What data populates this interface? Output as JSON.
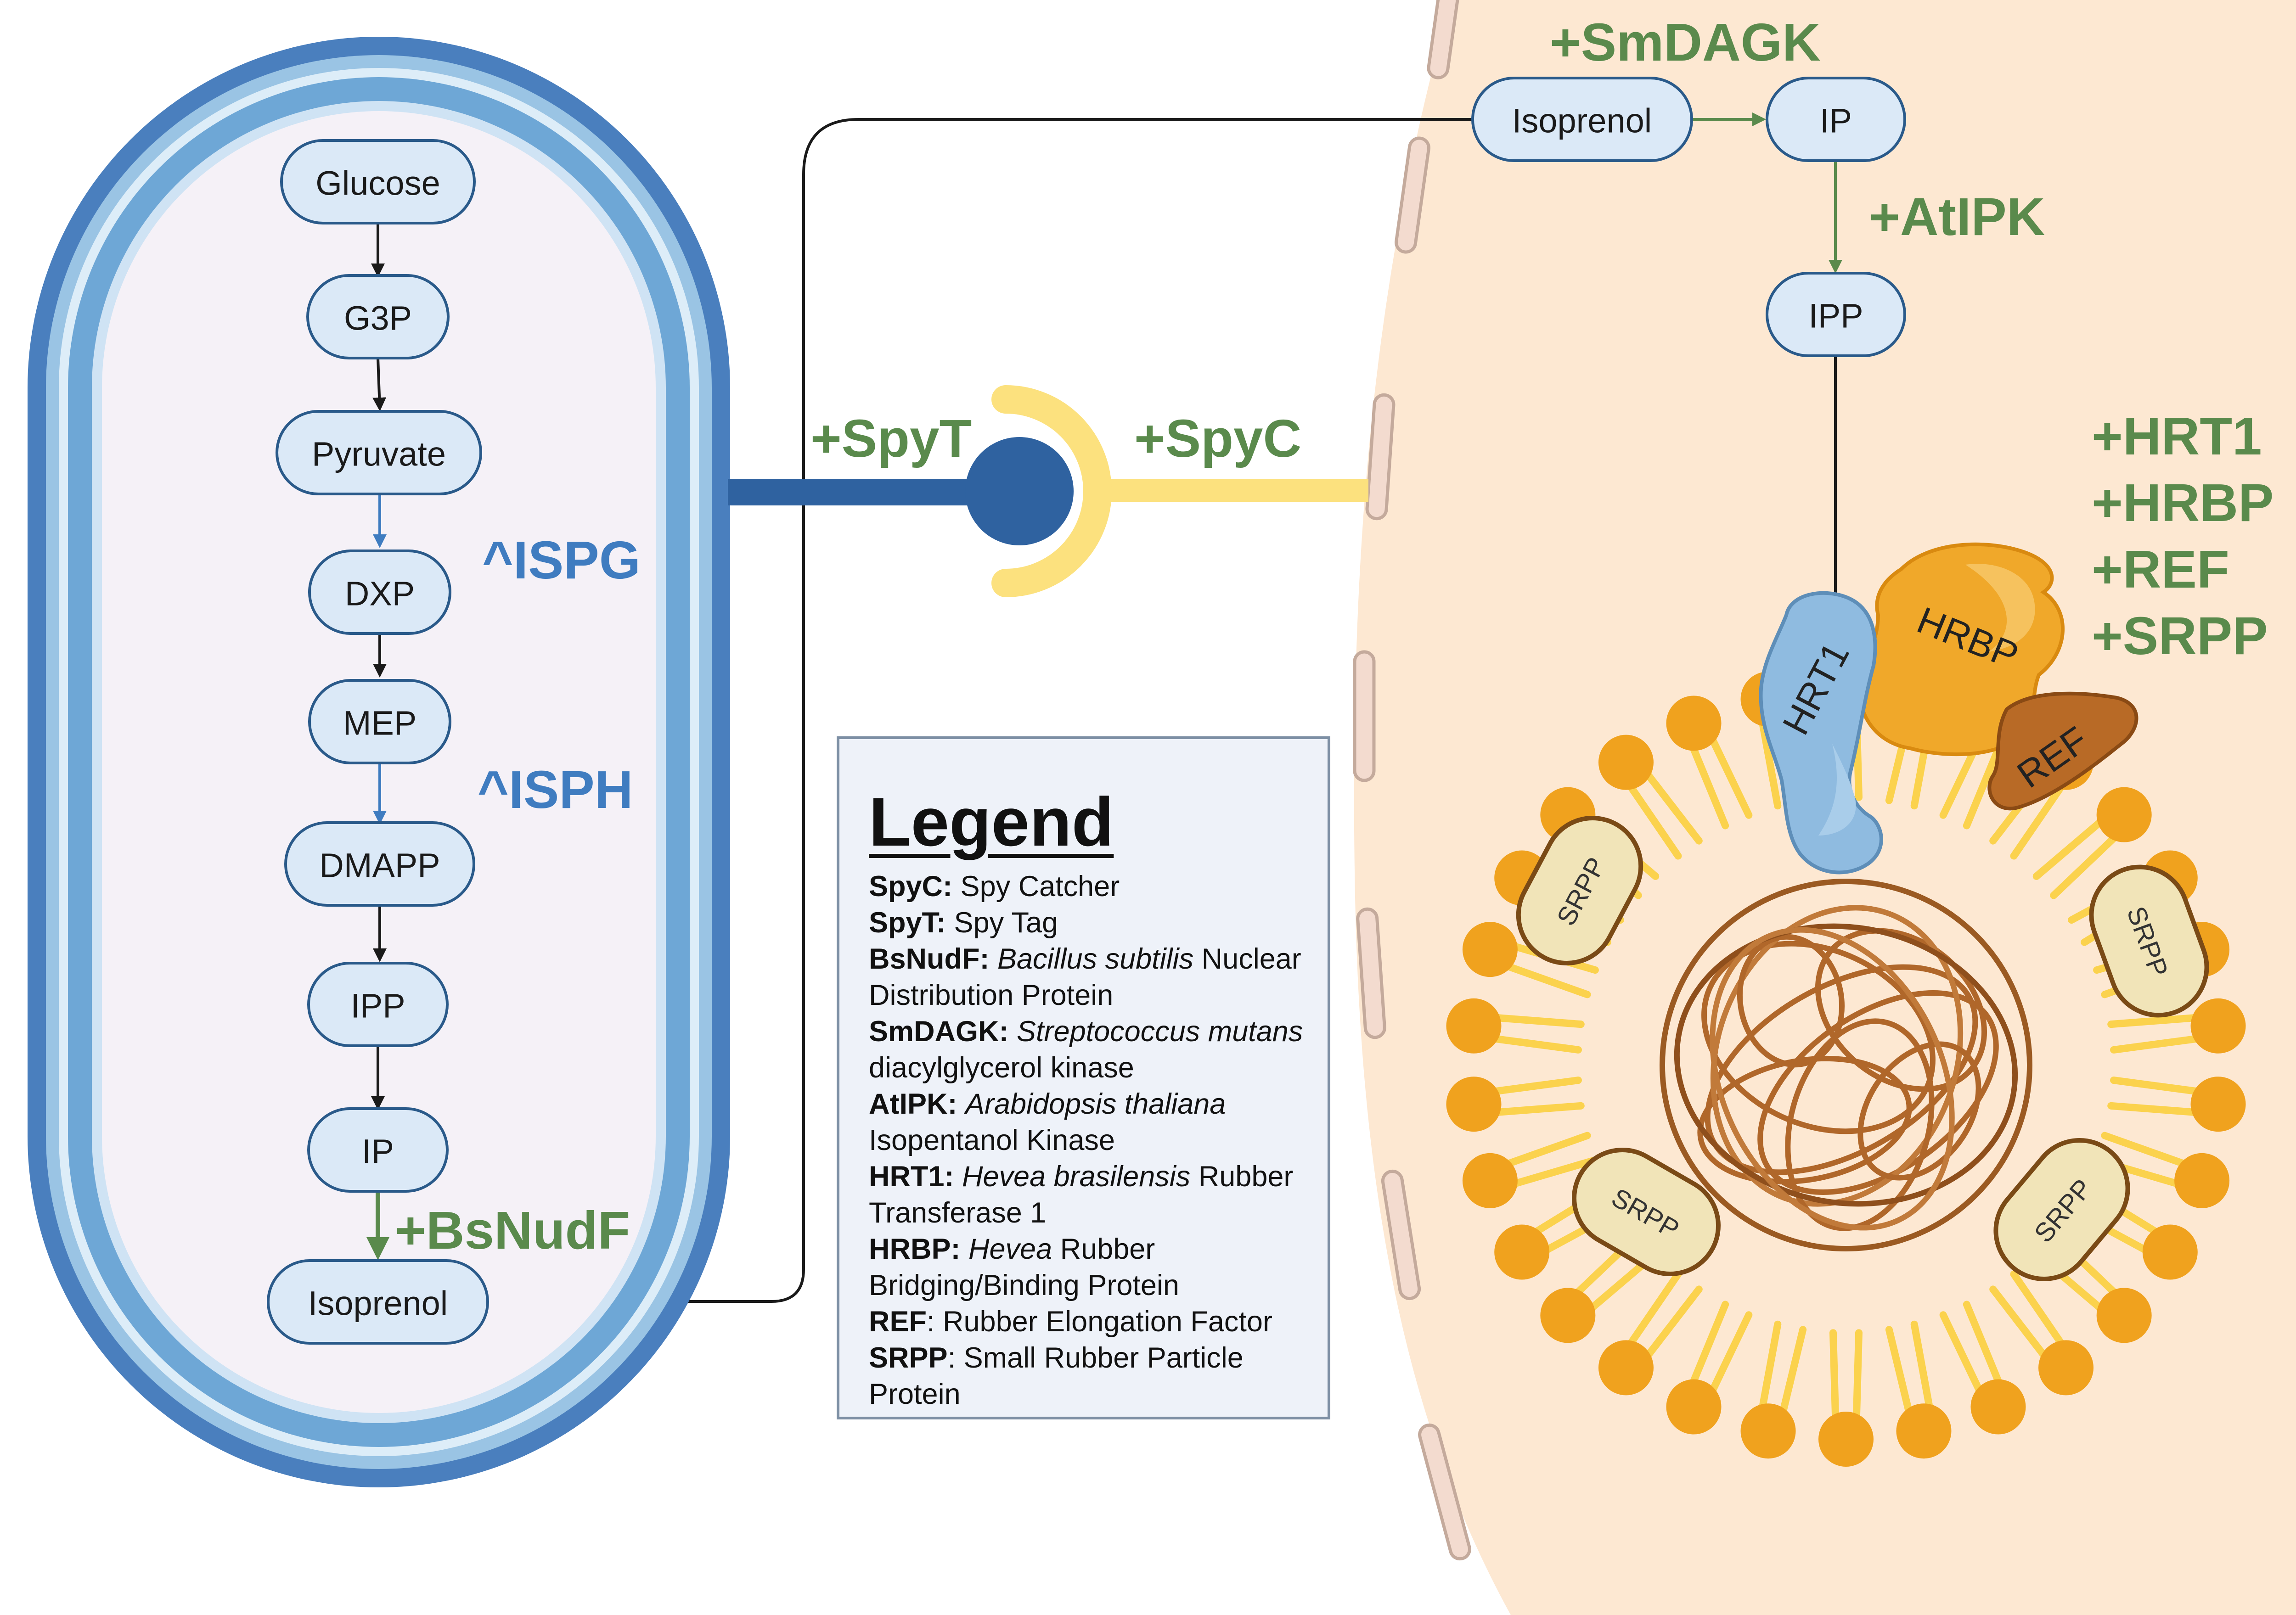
{
  "ecoli": {
    "pathway": [
      "Glucose",
      "G3P",
      "Pyruvate",
      "DXP",
      "MEP",
      "DMAPP",
      "IPP",
      "IP",
      "Isoprenol"
    ],
    "upregulated": [
      "^ISPG",
      "^ISPH"
    ],
    "enzyme": "+BsNudF"
  },
  "linker": {
    "spy_tag": "+SpyT",
    "spy_catcher": "+SpyC"
  },
  "plant": {
    "isoprenol": "Isoprenol",
    "ip": "IP",
    "ipp": "IPP",
    "smdagk": "+SmDAGK",
    "atipk": "+AtIPK",
    "added_proteins": [
      "+HRT1",
      "+HRBP",
      "+REF",
      "+SRPP"
    ],
    "proteins": {
      "hrt1": "HRT1",
      "hrbp": "HRBP",
      "ref": "REF",
      "srpp": "SRPP"
    }
  },
  "legend": {
    "title": "Legend",
    "entries": [
      {
        "abbr": "SpyC:",
        "italic": "",
        "text": "Spy Catcher"
      },
      {
        "abbr": "SpyT:",
        "italic": "",
        "text": "Spy Tag"
      },
      {
        "abbr": "BsNudF:",
        "italic": "Bacillus subtilis",
        "text": "Nuclear Distribution Protein"
      },
      {
        "abbr": "SmDAGK:",
        "italic": "Streptococcus mutans",
        "text": "diacylglycerol kinase"
      },
      {
        "abbr": "AtIPK:",
        "italic": "Arabidopsis thaliana",
        "text": "Isopentanol Kinase"
      },
      {
        "abbr": "HRT1:",
        "italic": "Hevea brasilensis",
        "text": "Rubber Transferase 1"
      },
      {
        "abbr": "HRBP:",
        "italic": "Hevea",
        "text": "Rubber Bridging/Binding Protein"
      },
      {
        "abbr": "REF",
        "italic": "",
        "text": ": Rubber Elongation Factor"
      },
      {
        "abbr": "SRPP",
        "italic": "",
        "text": ": Small Rubber Particle Protein"
      }
    ]
  },
  "colors": {
    "green": "#5a8a4c",
    "blue": "#3f7cc0",
    "node_fill": "#dbe9f7",
    "node_stroke": "#2a5a8a",
    "plant_bg": "#fde8d2",
    "lipid": "#f0a21e"
  }
}
